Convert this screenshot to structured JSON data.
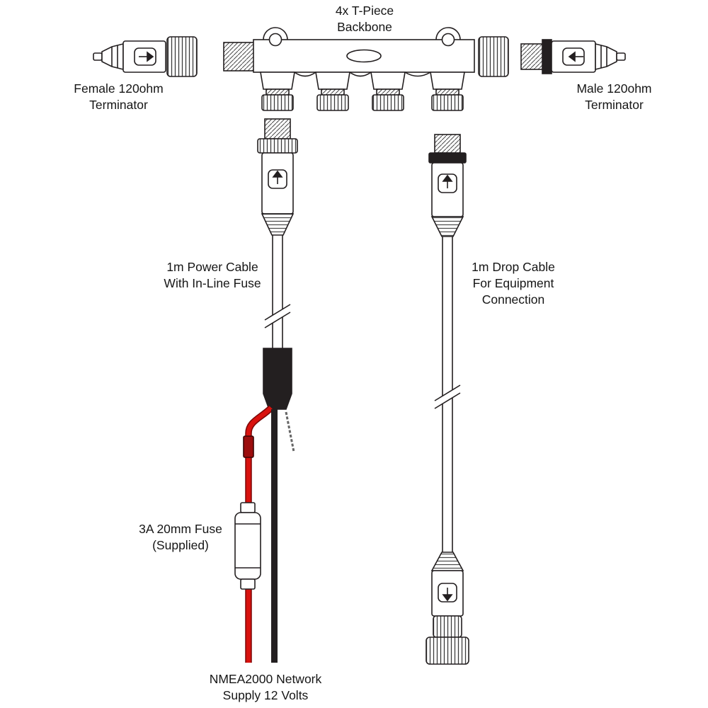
{
  "labels": {
    "backbone": "4x T-Piece\nBackbone",
    "female_terminator": "Female 120ohm\nTerminator",
    "male_terminator": "Male 120ohm\nTerminator",
    "power_cable": "1m Power Cable\nWith In-Line Fuse",
    "drop_cable": "1m Drop Cable\nFor Equipment\nConnection",
    "fuse": "3A 20mm Fuse\n(Supplied)",
    "supply": "NMEA2000 Network\nSupply 12 Volts"
  },
  "colors": {
    "line": "#231f20",
    "red_wire": "#d9120e",
    "background": "#ffffff"
  }
}
